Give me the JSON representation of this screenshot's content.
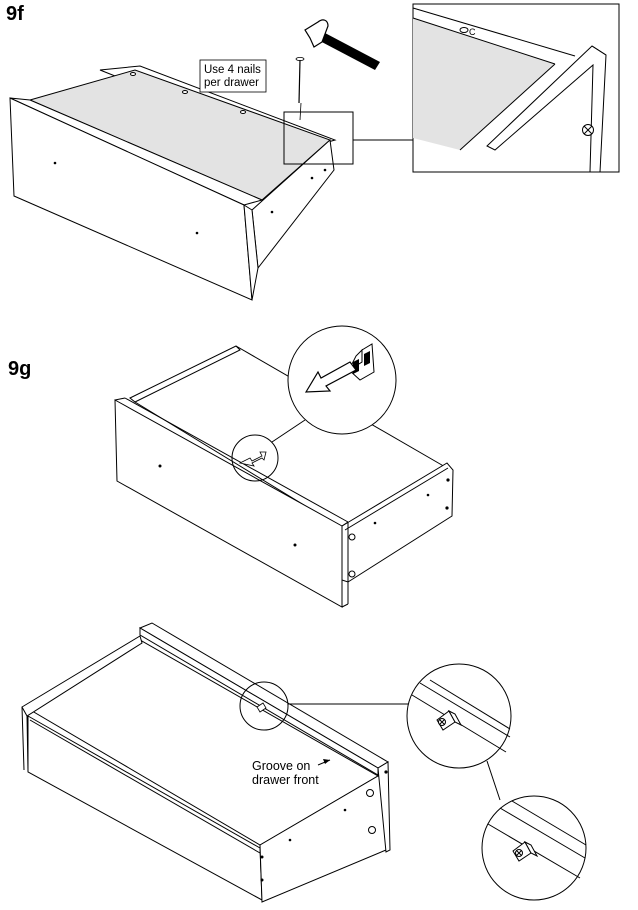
{
  "steps": {
    "f": {
      "label": "9f",
      "note_line1": "Use 4 nails",
      "note_line2": "per drawer",
      "detail_part_letter": "C"
    },
    "g": {
      "label": "9g"
    },
    "bottom": {
      "groove_line1": "Groove on",
      "groove_line2": "drawer front"
    }
  },
  "colors": {
    "line": "#000000",
    "panel_fill": "#e3e3e3",
    "background": "#ffffff"
  }
}
